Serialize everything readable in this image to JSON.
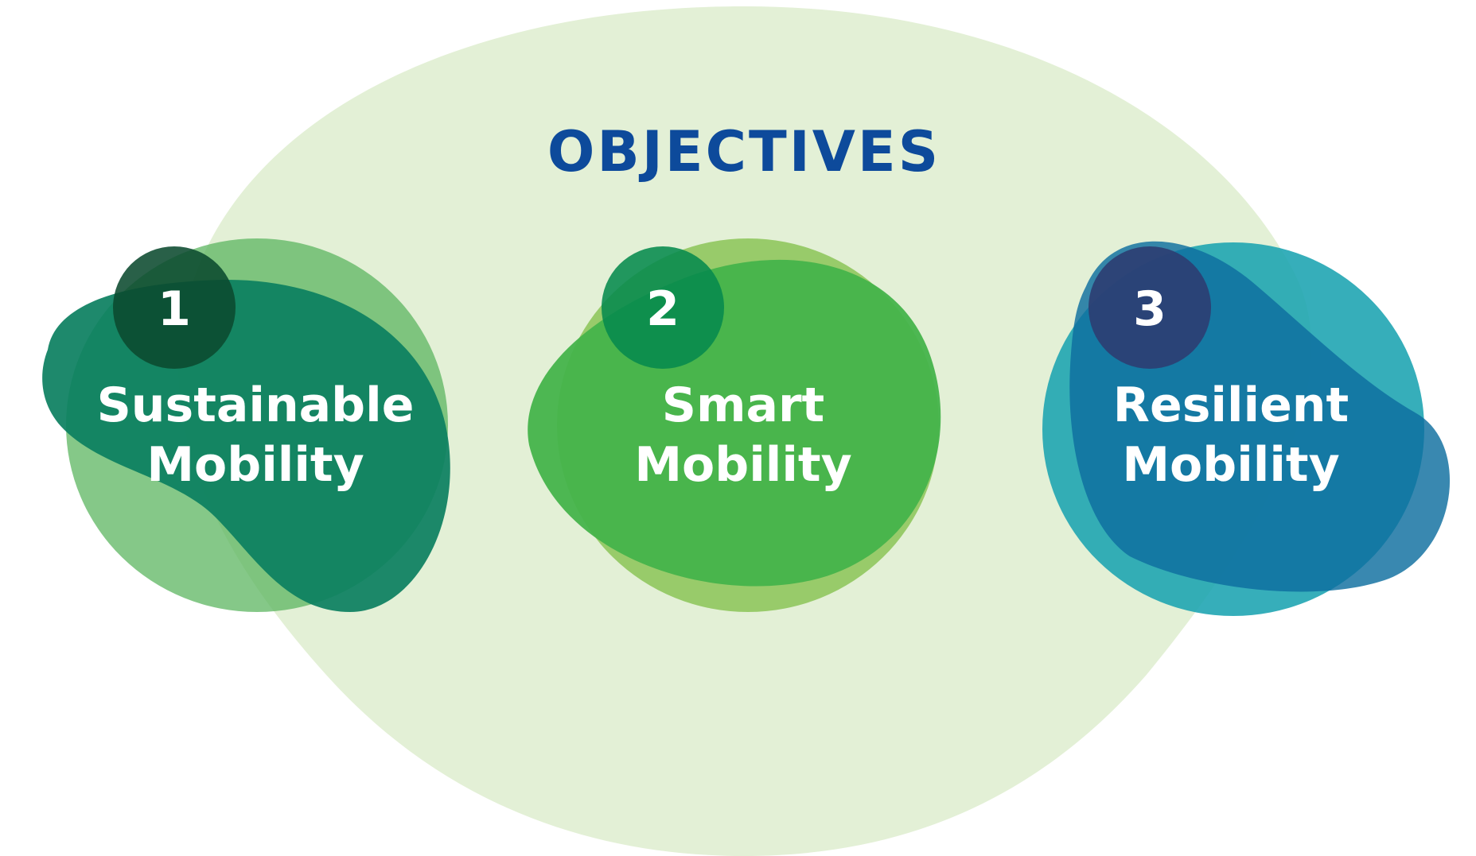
{
  "title": "OBJECTIVES",
  "colors": {
    "background_shape": "#e3f0d6",
    "title": "#0d4a9b",
    "text": "#ffffff"
  },
  "objectives": [
    {
      "number": "1",
      "line1": "Sustainable",
      "line2": "Mobility",
      "colors": {
        "outer": "#5cb660",
        "inner": "#0b7f5f",
        "badge": "#0b4a2f"
      }
    },
    {
      "number": "2",
      "line1": "Smart",
      "line2": "Mobility",
      "colors": {
        "outer": "#7fbf45",
        "inner": "#45b34b",
        "badge": "#068a4d"
      }
    },
    {
      "number": "3",
      "line1": "Resilient",
      "line2": "Mobility",
      "colors": {
        "outer": "#1aa3b1",
        "inner": "#0e6e9f",
        "badge": "#2c3f73"
      }
    }
  ]
}
